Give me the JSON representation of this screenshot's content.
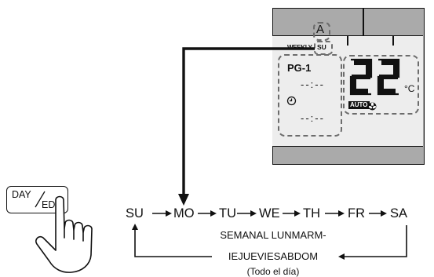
{
  "display": {
    "marker_a": "A",
    "weekly_label": "WEEKLY",
    "weekly_day": "SU",
    "program_label": "PG-1",
    "time_placeholder_top": "--:--",
    "time_placeholder_bottom": "--:--",
    "temperature_value": "22",
    "temperature_unit": "°C",
    "auto_badge": "AUTO"
  },
  "button": {
    "label_top": "DAY",
    "label_bottom": "ED"
  },
  "cycle": {
    "days": [
      "SU",
      "MO",
      "TU",
      "WE",
      "TH",
      "FR",
      "SA"
    ]
  },
  "caption": {
    "line1": "SEMANAL LUNMARM-",
    "line2": "IEJUEVIESABDOM",
    "line3": "(Todo el día)"
  }
}
